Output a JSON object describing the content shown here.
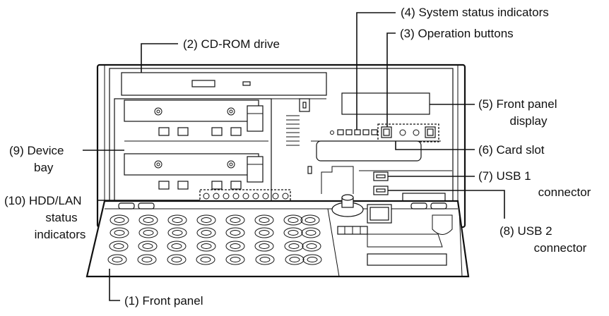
{
  "labels": {
    "front_panel": "(1) Front panel",
    "cd_rom": "(2) CD-ROM drive",
    "operation_buttons": "(3) Operation buttons",
    "system_status": "(4) System status indicators",
    "front_display_line1": "(5) Front panel",
    "front_display_line2": "display",
    "card_slot": "(6) Card slot",
    "usb1_line1": "(7) USB 1",
    "usb1_line2": "connector",
    "usb2_line1": "(8) USB 2",
    "usb2_line2": "connector",
    "device_bay_line1": "(9) Device",
    "device_bay_line2": "bay",
    "hdd_lan_line1": "(10) HDD/LAN",
    "hdd_lan_line2": "status",
    "hdd_lan_line3": "indicators"
  }
}
